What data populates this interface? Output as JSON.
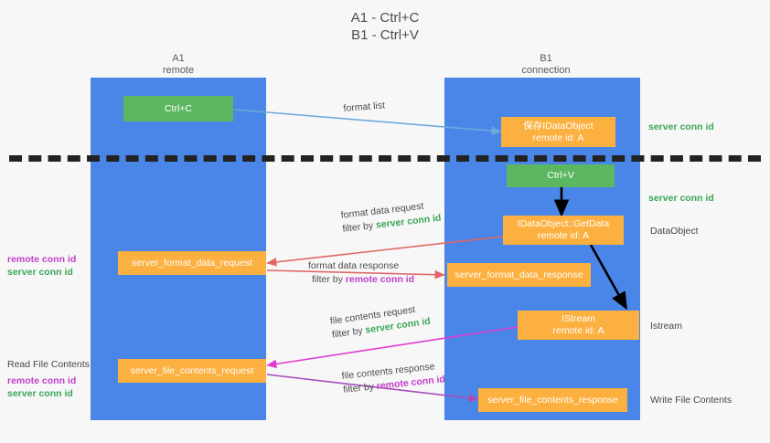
{
  "title": {
    "line1": "A1 - Ctrl+C",
    "line2": "B1 - Ctrl+V"
  },
  "colors": {
    "lane": "#4a86e8",
    "box_orange": "#fbb040",
    "box_green": "#5cb860",
    "green_text": "#3aa757",
    "purple_text": "#c13fcb",
    "arrow_blue": "#6fa8dc",
    "arrow_red": "#e06666",
    "arrow_magenta": "#e13bd1",
    "arrow_purple": "#a64dbb",
    "arrow_black": "#000000",
    "background": "#f7f7f7",
    "dash_line": "#222222"
  },
  "columns": [
    {
      "name": "A1",
      "sub": "remote"
    },
    {
      "name": "B1",
      "sub": "connection"
    }
  ],
  "boxes": [
    {
      "id": "ctrl-c",
      "label": "Ctrl+C",
      "sub": "",
      "style": "green"
    },
    {
      "id": "save-idataobject",
      "label": "保存IDataObject",
      "sub": "remote id: A",
      "style": "orange"
    },
    {
      "id": "ctrl-v",
      "label": "Ctrl+V",
      "sub": "",
      "style": "green"
    },
    {
      "id": "idataobject-getdata",
      "label": "IDataObject::GetData",
      "sub": "remote id: A",
      "style": "orange"
    },
    {
      "id": "server-format-data-request",
      "label": "server_format_data_request",
      "sub": "",
      "style": "orange"
    },
    {
      "id": "server-format-data-response",
      "label": "server_format_data_response",
      "sub": "",
      "style": "orange"
    },
    {
      "id": "istream",
      "label": "IStream",
      "sub": "remote id: A",
      "style": "orange"
    },
    {
      "id": "server-file-contents-request",
      "label": "server_file_contents_request",
      "sub": "",
      "style": "orange"
    },
    {
      "id": "server-file-contents-response",
      "label": "server_file_contents_response",
      "sub": "",
      "style": "orange"
    }
  ],
  "right_labels": [
    {
      "id": "server-conn-id-1",
      "text": "server conn id",
      "kind": "green"
    },
    {
      "id": "server-conn-id-2",
      "text": "server conn id",
      "kind": "green"
    },
    {
      "id": "dataobject",
      "text": "DataObject",
      "kind": "plain"
    },
    {
      "id": "istream-label",
      "text": "Istream",
      "kind": "plain"
    },
    {
      "id": "write-file",
      "text": "Write File Contents",
      "kind": "plain"
    }
  ],
  "left_labels": {
    "group1": {
      "remote": "remote conn id",
      "server": "server conn id"
    },
    "read_file": "Read File Contents",
    "group2": {
      "remote": "remote conn id",
      "server": "server conn id"
    }
  },
  "annotations": [
    {
      "id": "format-list",
      "text": "format list",
      "filter_prefix": "",
      "filter_value": "",
      "filter_kind": ""
    },
    {
      "id": "format-data-request",
      "text": "format data request",
      "filter_prefix": "filter by ",
      "filter_value": "server conn id",
      "filter_kind": "green"
    },
    {
      "id": "format-data-response",
      "text": "format data response",
      "filter_prefix": "filter by ",
      "filter_value": "remote conn id",
      "filter_kind": "purple"
    },
    {
      "id": "file-contents-request",
      "text": "file contents request",
      "filter_prefix": "filter by ",
      "filter_value": "server conn id",
      "filter_kind": "green"
    },
    {
      "id": "file-contents-response",
      "text": "file contents response",
      "filter_prefix": "filter by ",
      "filter_value": "remote conn id",
      "filter_kind": "purple"
    }
  ]
}
